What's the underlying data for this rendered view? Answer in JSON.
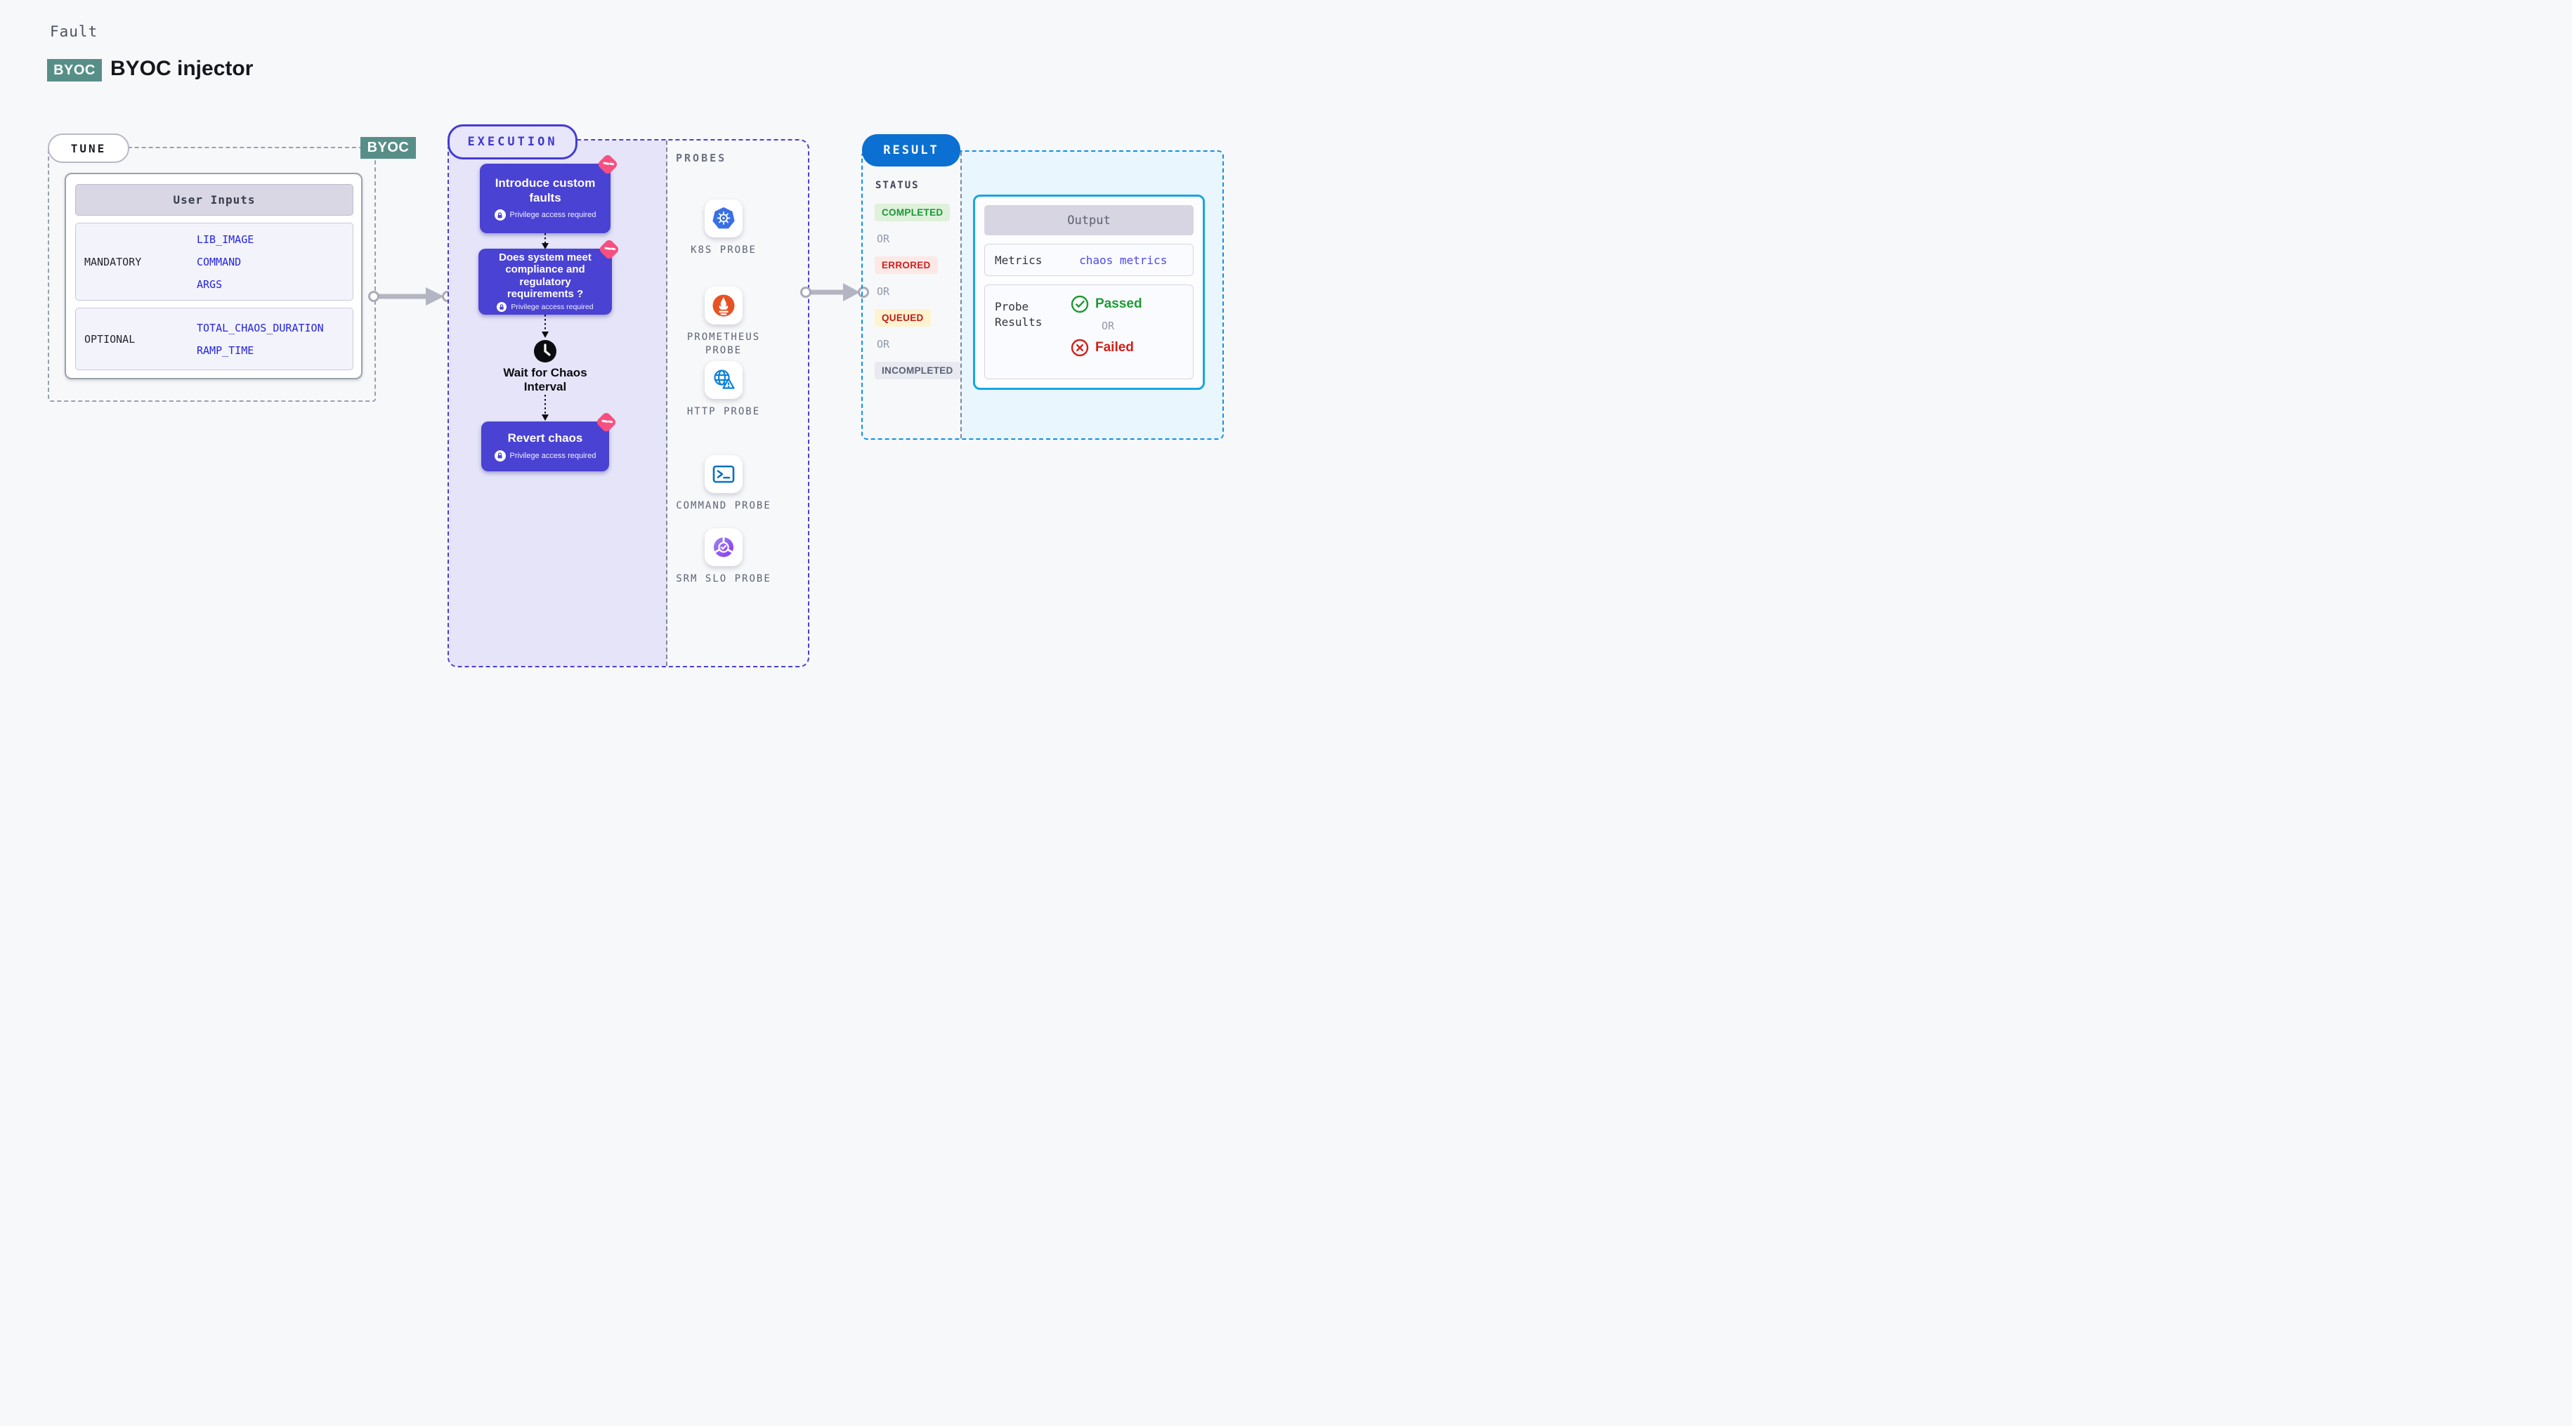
{
  "header": {
    "kicker": "Fault",
    "badge": "BYOC",
    "title": "BYOC injector"
  },
  "tune": {
    "pill": "TUNE",
    "corner_badge": "BYOC",
    "user_inputs": {
      "header": "User Inputs",
      "rows": [
        {
          "label": "MANDATORY",
          "values": [
            "LIB_IMAGE",
            "COMMAND",
            "ARGS"
          ]
        },
        {
          "label": "OPTIONAL",
          "values": [
            "TOTAL_CHAOS_DURATION",
            "RAMP_TIME"
          ]
        }
      ]
    }
  },
  "execution": {
    "pill": "EXECUTION",
    "nodes": [
      {
        "title": "Introduce custom faults",
        "note": "Privilege access required"
      },
      {
        "title": "Does system meet compliance and regulatory requirements ?",
        "note": "Privilege access required"
      },
      {
        "title": "Revert chaos",
        "note": "Privilege access required"
      }
    ],
    "wait_label": "Wait for Chaos Interval"
  },
  "probes": {
    "label": "PROBES",
    "items": [
      {
        "label": "K8S PROBE"
      },
      {
        "label": "PROMETHEUS PROBE"
      },
      {
        "label": "HTTP PROBE"
      },
      {
        "label": "COMMAND PROBE"
      },
      {
        "label": "SRM SLO PROBE"
      }
    ]
  },
  "result": {
    "pill": "RESULT",
    "status_label": "STATUS",
    "or": "OR",
    "statuses": {
      "completed": "COMPLETED",
      "errored": "ERRORED",
      "queued": "QUEUED",
      "incompleted": "INCOMPLETED"
    },
    "output": {
      "header": "Output",
      "metrics_label": "Metrics",
      "metrics_value": "chaos metrics",
      "probe_results_label": "Probe Results",
      "passed": "Passed",
      "or": "OR",
      "failed": "Failed"
    }
  },
  "colors": {
    "accent_indigo": "#4a42d3",
    "accent_teal": "#578f88",
    "result_blue": "#0b70d1",
    "output_border": "#17a6e0",
    "success_green": "#1d9b35",
    "error_red": "#d02018",
    "param_blue": "#2424e4",
    "metrics_link_blue": "#4b49ef",
    "execution_fill": "#e5e4f9",
    "result_fill": "#e9f6fd",
    "chaos_badge_pink": "#f74f7f"
  }
}
